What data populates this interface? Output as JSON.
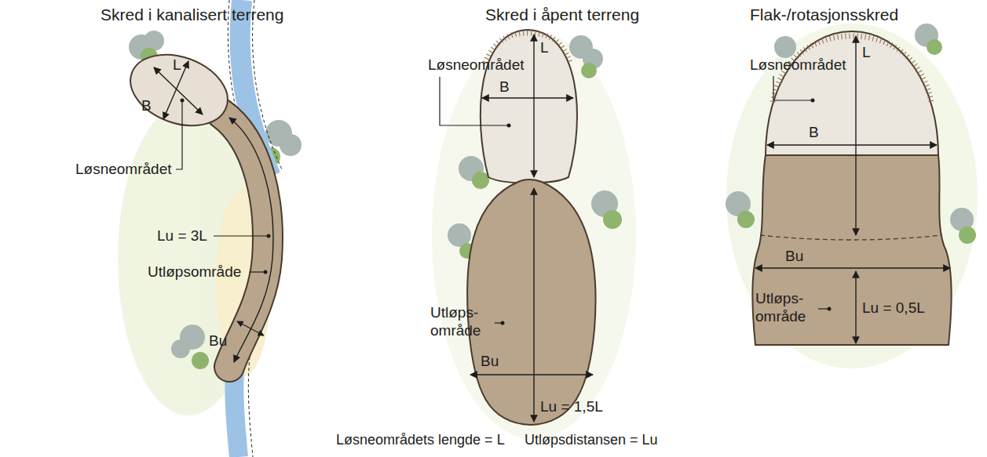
{
  "diagram": {
    "labels": [
      "Skred i kanalisert terreng",
      "Skred i åpent terreng",
      "Flak-/rotasjonsskred",
      "L",
      "B",
      "Løsneområdet",
      "Lu = 3L",
      "Utløpsområde",
      "Bu",
      "Løsneområdet",
      "L",
      "B",
      "Bu",
      "Utløps- område",
      "Lu = 1,5L",
      "Løsneområdet",
      "L",
      "B",
      "Bu",
      "Utløps- område",
      "Lu = 0,5L",
      "Løsneområdets lengde = L",
      "Utløpsdistansen = Lu"
    ]
  }
}
